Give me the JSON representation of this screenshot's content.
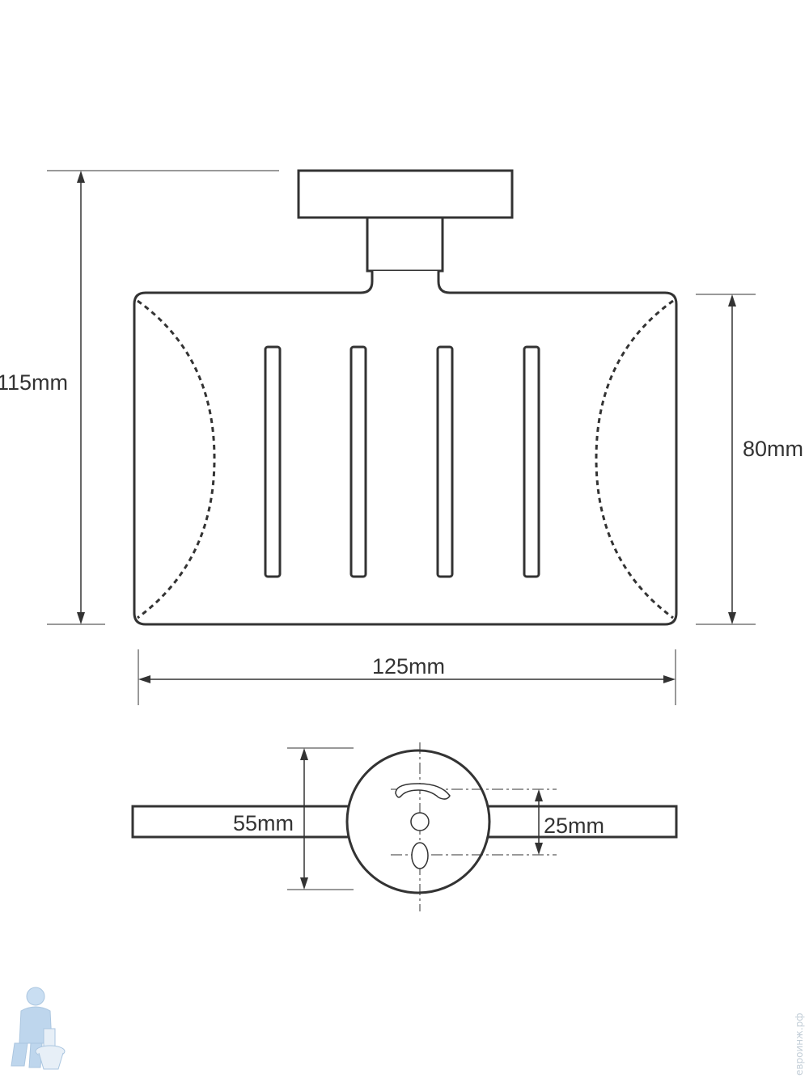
{
  "dimensions": {
    "total_height": "115mm",
    "basket_height": "80mm",
    "width": "125mm",
    "bar_height": "55mm",
    "hole_spacing": "25mm"
  },
  "watermark": {
    "icon": "plumber-mascot-icon",
    "site": "евроинж.рф"
  },
  "colors": {
    "line": "#333333",
    "watermark": "#c4cfd8"
  }
}
